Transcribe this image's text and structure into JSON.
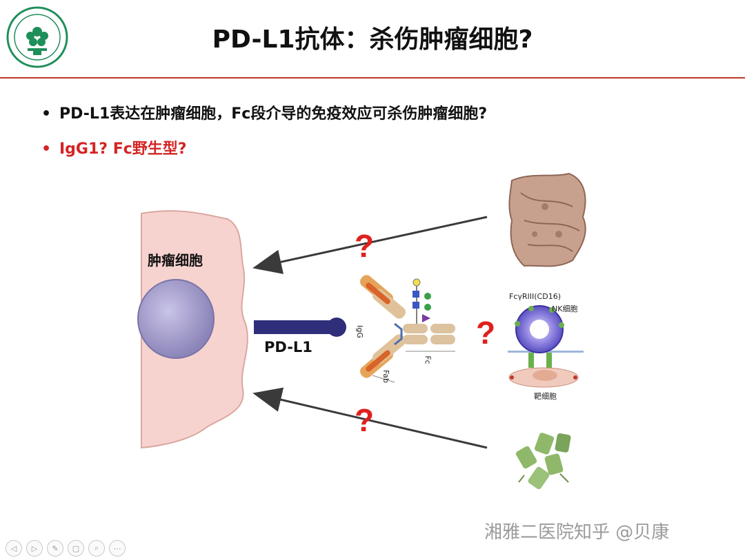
{
  "slide": {
    "title": "PD-L1抗体：杀伤肿瘤细胞?",
    "bullets": [
      {
        "text": "PD-L1表达在肿瘤细胞，Fc段介导的免疫效应可杀伤肿瘤细胞?",
        "color": "#111111"
      },
      {
        "text": "IgG1?  Fc野生型?",
        "color": "#d42424"
      }
    ]
  },
  "diagram": {
    "tumor_cell_label": "肿瘤细胞",
    "pdl1_label": "PD-L1",
    "question_mark": "?",
    "antibody_labels": {
      "igg": "IgG",
      "fab": "Fab",
      "fc": "Fc"
    },
    "nk_labels": {
      "receptor": "FcγRIII(CD16)",
      "nk_cell": "NK细胞",
      "target_cell": "靶细胞"
    }
  },
  "watermark": "湘雅二医院知乎 @贝康",
  "toolbar": {
    "buttons": [
      "prev-icon",
      "next-icon",
      "pen-icon",
      "copy-icon",
      "zoom-icon",
      "more-icon"
    ],
    "glyphs": [
      "◁",
      "▷",
      "✎",
      "▢",
      "⌕",
      "⋯"
    ]
  },
  "colors": {
    "accent_red": "#c0392b",
    "question_red": "#e0201e",
    "pdl1_navy": "#2e2e7a",
    "cell_pink": "#f7d3cf"
  }
}
